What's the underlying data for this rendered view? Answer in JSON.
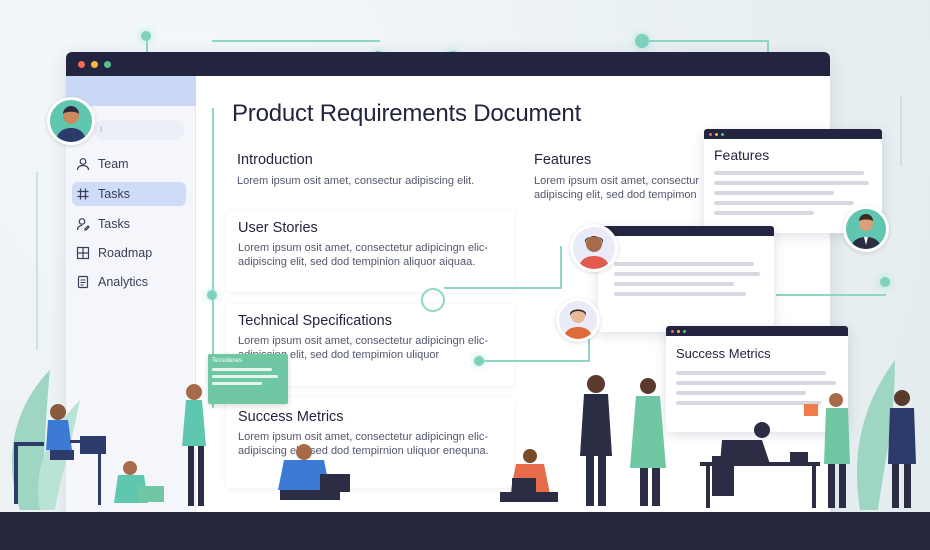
{
  "window": {
    "title": "Product Requirements Document",
    "controls": {
      "close": "#f06a5e",
      "minimize": "#f4b744",
      "maximize": "#5ac18e"
    }
  },
  "sidebar": {
    "search_placeholder": "I",
    "items": [
      {
        "label": "Team",
        "icon": "user-icon",
        "active": false
      },
      {
        "label": "Tasks",
        "icon": "hash-icon",
        "active": true
      },
      {
        "label": "Tasks",
        "icon": "user-edit-icon",
        "active": false
      },
      {
        "label": "Roadmap",
        "icon": "grid-icon",
        "active": false
      },
      {
        "label": "Analytics",
        "icon": "document-icon",
        "active": false
      }
    ]
  },
  "sections": {
    "introduction": {
      "heading": "Introduction",
      "body": "Lorem ipsum osit amet, consectur adipiscing elit."
    },
    "features": {
      "heading": "Features",
      "body": "Lorem ipsum osit amet, consectur adipiscing elit, sed dod tempimon"
    },
    "user_stories": {
      "heading": "User Stories",
      "body": "Lorem ipsum osit amet, consectetur adipicingn elic-adipiscing elit, sed dod tempinion aliquor aiquaa."
    },
    "technical": {
      "heading": "Technical Specifications",
      "body": "Lorem ipsum osit amet, consectetur adipicingn elic-adipiscing elit, sed dod tempimion uliquor"
    },
    "success": {
      "heading": "Success Metrics",
      "body": "Lorem ipsum osit amet, consectetur adipicingn elic-adipiscing elit, sed dod tempirnion uliquor enequna."
    }
  },
  "float_cards": {
    "features_title": "Features",
    "success_title": "Success Metrics",
    "green_title": "Tessidenes"
  },
  "colors": {
    "navy": "#23243f",
    "accent_teal": "#7fd1bd",
    "sidebar_active": "#cfdcf8"
  }
}
